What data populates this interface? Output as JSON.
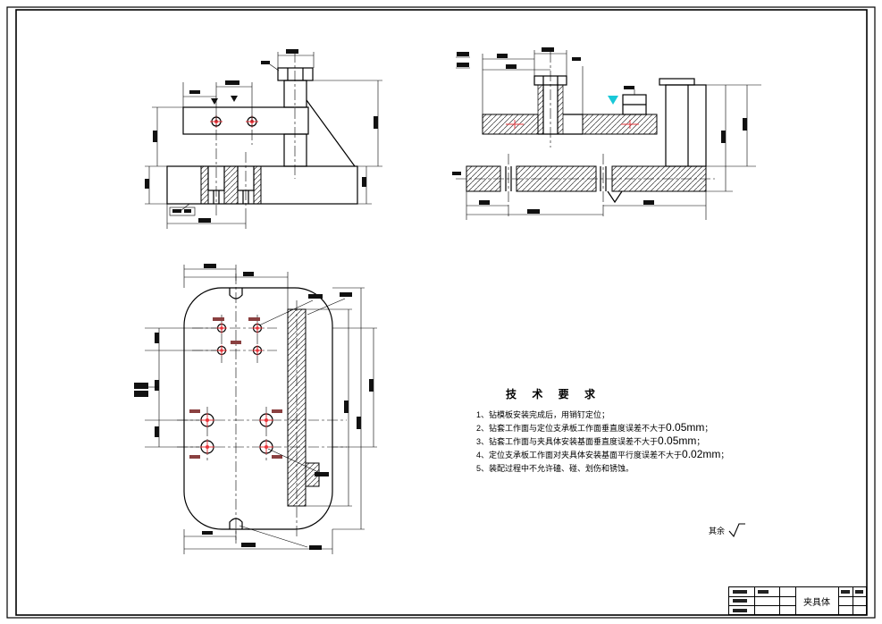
{
  "colors": {
    "background": "#ffffff",
    "line": "#000000",
    "hole_marker": "#e8343a",
    "highlight": "#19c8d8"
  },
  "tech_requirements": {
    "title": "技 术 要 求",
    "items": [
      {
        "prefix": "1、钻模板安装完成后，用销钉定位；",
        "value": "",
        "suffix": ""
      },
      {
        "prefix": "2、钻套工作面与定位支承板工作面垂直度误差不大于",
        "value": "0.05mm",
        "suffix": "；"
      },
      {
        "prefix": "3、钻套工作面与夹具体安装基面垂直度误差不大于",
        "value": "0.05mm",
        "suffix": "；"
      },
      {
        "prefix": "4、定位支承板工作面对夹具体安装基面平行度误差不大于",
        "value": "0.02mm",
        "suffix": "；"
      },
      {
        "prefix": "5、装配过程中不允许磕、碰、划伤和锈蚀。",
        "value": "",
        "suffix": ""
      }
    ]
  },
  "surface_note": {
    "label": "其余"
  },
  "title_block": {
    "part_name": "夹具体"
  }
}
